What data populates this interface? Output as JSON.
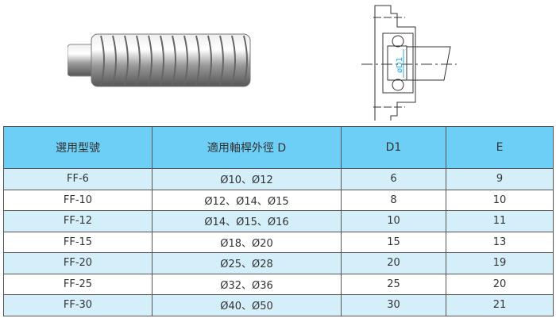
{
  "drawing": {
    "label": "øD1"
  },
  "table": {
    "headers": [
      "選用型號",
      "適用軸桿外徑 D",
      "D1",
      "E"
    ],
    "rows": [
      [
        "FF-6",
        "Ø10、Ø12",
        "6",
        "9"
      ],
      [
        "FF-10",
        "Ø12、Ø14、Ø15",
        "8",
        "10"
      ],
      [
        "FF-12",
        "Ø14、Ø15、Ø16",
        "10",
        "11"
      ],
      [
        "FF-15",
        "Ø18、Ø20",
        "15",
        "13"
      ],
      [
        "FF-20",
        "Ø25、Ø28",
        "20",
        "19"
      ],
      [
        "FF-25",
        "Ø32、Ø36",
        "25",
        "20"
      ],
      [
        "FF-30",
        "Ø40、Ø50",
        "30",
        "21"
      ]
    ]
  },
  "colors": {
    "header": "#6dcff6",
    "alt_row": "#d4eefa"
  }
}
